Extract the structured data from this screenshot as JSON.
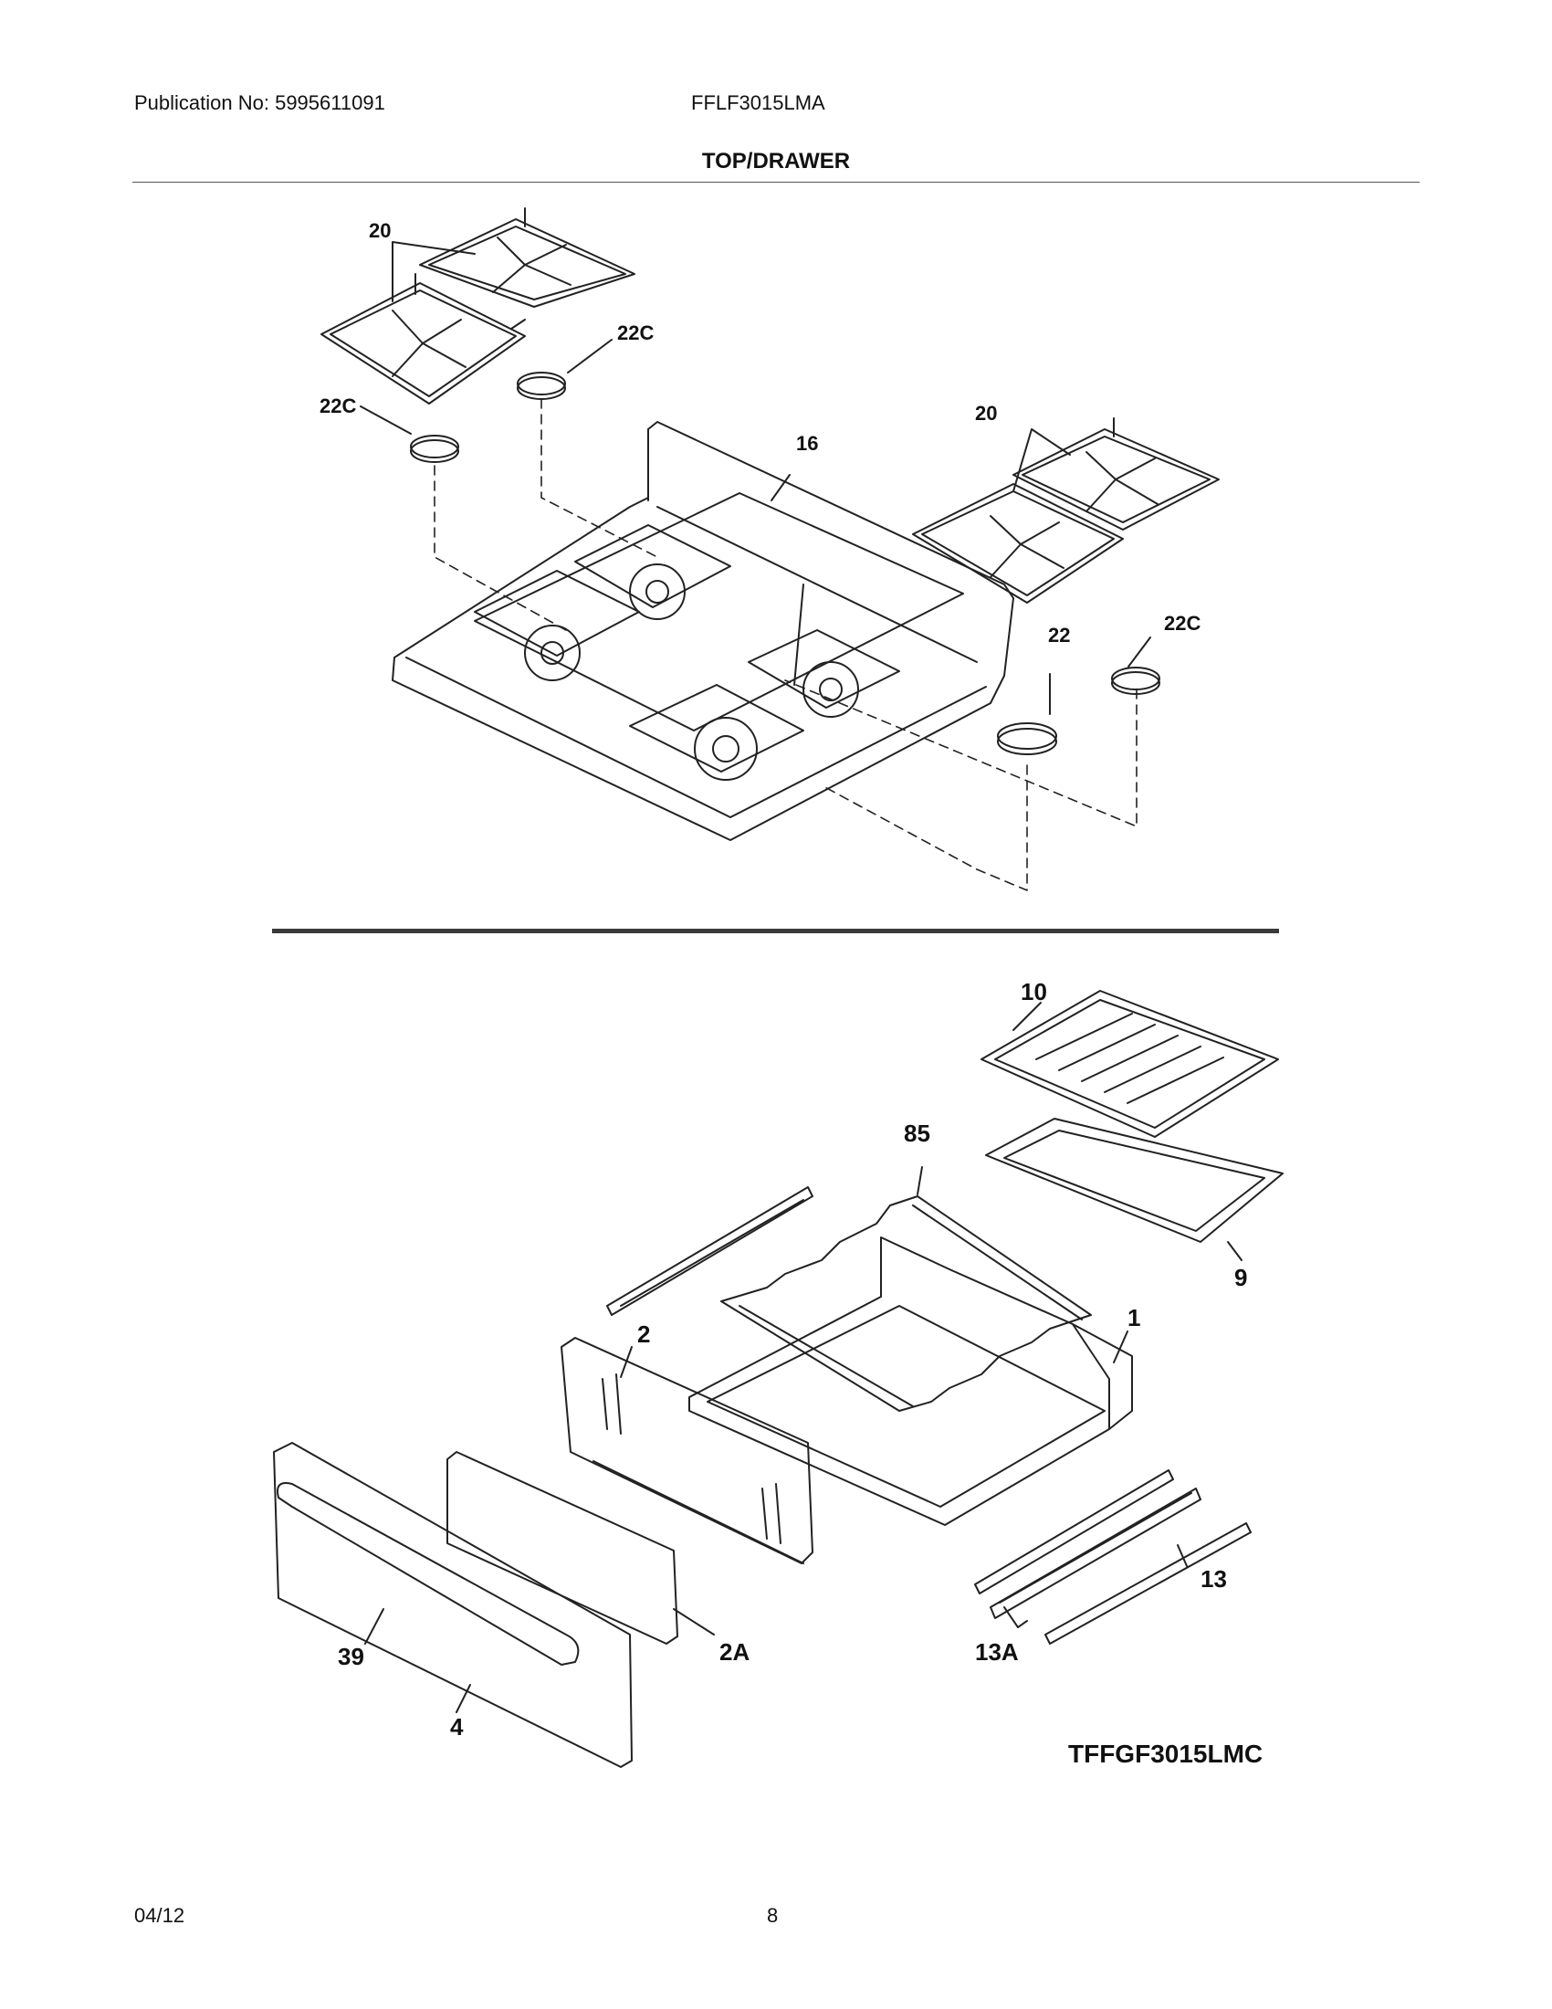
{
  "header": {
    "publication": "Publication No: 5995611091",
    "model": "FFLF3015LMA",
    "section_title": "TOP/DRAWER"
  },
  "callouts": {
    "top_left_grates": "20",
    "top_left_cap_right": "22C",
    "top_left_cap_left": "22C",
    "cooktop": "16",
    "right_grates": "20",
    "right_cap_center": "22",
    "right_cap_right": "22C",
    "broiler_grid": "10",
    "broiler_rack": "85",
    "broiler_pan": "9",
    "drawer_body": "1",
    "drawer_back": "2",
    "drawer_insert": "2A",
    "handle": "39",
    "drawer_front": "4",
    "slide": "13",
    "slide_assembly": "13A"
  },
  "figure_code": "TFFGF3015LMC",
  "footer": {
    "date": "04/12",
    "page": "8"
  }
}
